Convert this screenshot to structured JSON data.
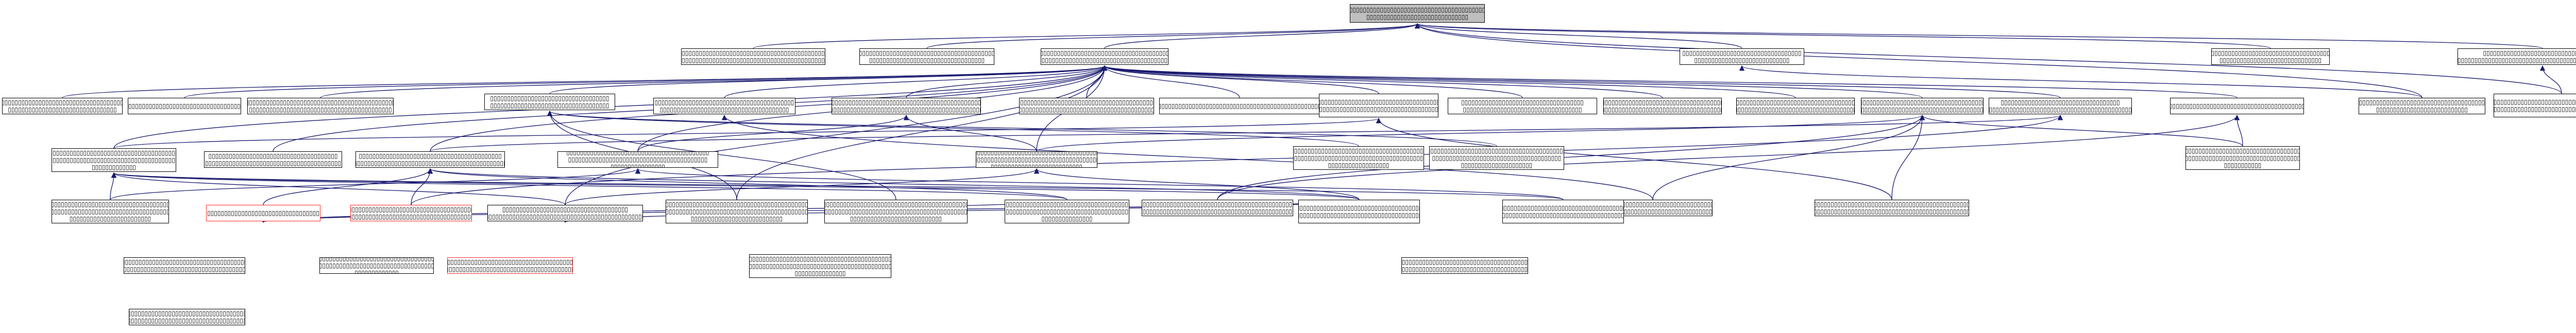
{
  "graph": {
    "edge_color": "#191970",
    "highlight_border_color": "#ff2a2a",
    "root_fill": "#bfbfbf",
    "nodes": [
      {
        "id": "n0",
        "label": "▯▯▯▯▯▯▯▯▯▯▯▯▯▯▯▯▯▯▯▯▯▯▯▯▯▯▯▯▯▯▯▯▯▯▯▯▯▯▯▯▯▯\n▯▯▯▯▯▯▯▯▯▯▯▯▯▯▯▯▯▯▯▯▯▯▯▯▯▯▯▯▯▯",
        "style": "root"
      },
      {
        "id": "n1",
        "label": "▯▯▯▯▯▯▯▯▯▯▯▯▯▯▯▯▯▯▯▯▯▯▯▯▯▯▯▯▯▯▯▯▯▯▯▯▯▯▯▯▯▯▯▯\n▯▯▯▯▯▯▯▯▯▯▯▯▯▯▯▯▯▯▯▯▯▯▯▯▯▯▯▯▯▯▯▯▯▯▯▯▯▯▯▯▯▯▯▯▯▯▯▯"
      },
      {
        "id": "n2",
        "label": "▯▯▯▯▯▯▯▯▯▯▯▯▯▯▯▯▯▯▯▯▯▯▯▯▯▯▯▯▯▯▯▯▯▯▯▯▯▯▯▯▯▯▯▯\n▯▯▯▯▯▯▯▯▯▯▯▯▯▯▯▯▯▯▯▯▯▯▯▯▯▯▯▯▯▯▯▯▯▯"
      },
      {
        "id": "n3",
        "label": "▯▯▯▯▯▯▯▯▯▯▯▯▯▯▯▯▯▯▯▯▯▯▯▯▯▯▯▯▯▯▯▯▯▯▯▯▯▯\n▯▯▯▯▯▯▯▯▯▯▯▯▯▯▯▯▯▯▯▯▯▯▯▯▯▯▯▯▯▯▯▯▯▯▯▯▯▯▯▯▯"
      },
      {
        "id": "n4",
        "label": "▯▯▯▯▯▯▯▯▯▯▯▯▯▯▯▯▯▯▯▯▯▯▯▯▯▯▯▯▯▯▯▯▯▯▯\n▯▯▯▯▯▯▯▯▯▯▯▯▯▯▯▯▯▯▯▯▯▯▯▯▯▯▯▯"
      },
      {
        "id": "n5",
        "label": "▯▯▯▯▯▯▯▯▯▯▯▯▯▯▯▯▯▯▯▯▯▯▯▯▯▯▯▯▯▯▯▯▯▯▯▯▯\n▯▯▯▯▯▯▯▯▯▯▯▯▯▯▯▯▯▯▯▯▯▯▯▯▯▯▯▯▯▯"
      },
      {
        "id": "n6",
        "label": "▯▯▯▯▯▯▯▯▯▯▯▯▯▯▯▯▯▯▯▯▯▯▯▯▯▯▯▯▯▯▯▯▯▯▯\n▯▯▯▯▯▯▯▯▯▯▯▯▯▯▯▯▯▯▯▯▯▯▯▯▯▯▯▯▯▯▯▯▯▯▯▯▯▯▯▯▯▯▯▯▯▯▯▯▯▯"
      },
      {
        "id": "n7",
        "label": "▯▯▯▯▯▯▯▯▯▯▯▯▯▯▯▯▯▯▯▯▯▯▯▯▯▯▯▯▯▯▯▯▯▯▯▯▯\n▯▯▯▯▯▯▯▯▯▯▯▯▯▯▯▯▯▯▯▯▯▯▯▯▯▯▯"
      },
      {
        "id": "n8",
        "label": "▯▯▯▯▯▯▯▯▯▯▯▯▯▯▯▯▯▯▯▯▯▯▯▯▯▯▯▯▯▯▯▯▯▯▯▯▯▯▯▯▯▯\n▯▯▯▯▯▯▯▯▯▯▯▯▯▯▯▯▯▯▯▯▯▯▯▯▯▯▯▯▯▯▯▯▯▯▯▯▯▯▯▯"
      },
      {
        "id": "n9",
        "label": "▯▯▯▯▯▯▯▯▯▯▯▯▯▯▯▯▯▯▯▯▯▯▯▯▯▯▯▯▯▯▯▯▯▯▯▯▯▯\n▯▯▯▯▯▯▯▯▯▯▯▯▯▯▯▯▯▯▯▯▯▯▯▯▯▯▯▯▯▯▯▯"
      },
      {
        "id": "n10",
        "label": "▯▯▯▯▯▯▯▯▯▯▯▯▯▯▯▯▯▯▯▯▯▯▯▯▯▯▯▯▯▯▯▯▯▯▯▯▯▯▯▯▯▯▯▯▯"
      },
      {
        "id": "n11",
        "label": "▯▯▯▯▯▯▯▯▯▯▯▯▯▯▯▯▯▯▯▯▯▯▯▯▯▯▯▯▯▯▯▯▯▯▯▯▯▯▯▯▯▯▯▯\n▯▯▯▯▯▯▯▯▯▯▯▯▯▯▯▯▯▯▯▯▯▯▯▯▯▯▯▯▯▯▯▯▯▯▯▯▯▯▯▯▯▯"
      },
      {
        "id": "n12",
        "label": "▯▯▯▯▯▯▯▯▯▯▯▯▯▯▯▯▯▯▯▯▯▯▯▯▯▯▯▯▯▯▯▯▯▯▯\n▯▯▯▯▯▯▯▯▯▯▯▯▯▯▯▯▯▯▯▯▯▯▯▯▯▯▯▯▯▯▯▯▯▯▯"
      },
      {
        "id": "n13",
        "label": "▯▯▯▯▯▯▯▯▯▯▯▯▯▯▯▯▯▯▯▯▯▯▯▯▯▯▯▯▯▯▯▯▯▯▯▯▯▯▯▯▯\n▯▯▯▯▯▯▯▯▯▯▯▯▯▯▯▯▯▯▯▯▯▯▯▯▯▯▯▯▯▯▯▯▯▯▯▯▯▯"
      },
      {
        "id": "n14",
        "label": "▯▯▯▯▯▯▯▯▯▯▯▯▯▯▯▯▯▯▯▯▯▯▯▯▯▯▯▯▯▯▯▯▯▯▯▯▯▯▯▯▯▯▯▯\n▯▯▯▯▯▯▯▯▯▯▯▯▯▯▯▯▯▯▯▯▯▯▯▯▯▯▯▯▯▯▯▯▯▯▯▯▯▯▯▯▯▯▯▯▯▯▯"
      },
      {
        "id": "n15",
        "label": "▯▯▯▯▯▯▯▯▯▯▯▯▯▯▯▯▯▯▯▯▯▯▯▯▯▯▯▯▯▯▯▯▯▯▯▯▯▯▯▯▯▯▯\n▯▯▯▯▯▯▯▯▯▯▯▯▯▯▯▯▯▯▯▯▯▯▯▯▯▯▯▯▯▯▯▯▯▯▯▯▯▯▯▯▯▯▯▯▯▯"
      },
      {
        "id": "n16",
        "label": "▯▯▯▯▯▯▯▯▯▯▯▯▯▯▯▯▯▯▯▯▯▯▯▯▯▯▯▯▯▯▯▯▯▯▯▯▯▯▯▯▯▯▯▯▯▯▯▯▯▯▯▯▯▯"
      },
      {
        "id": "n17",
        "label": "▯▯▯▯▯▯▯▯▯▯▯▯▯▯▯▯▯▯▯▯▯▯▯▯▯▯▯▯▯▯▯▯▯▯▯▯\n▯▯▯▯▯▯▯▯▯▯▯▯▯▯▯▯▯▯▯▯▯▯▯▯▯▯▯▯▯▯▯▯▯▯▯"
      },
      {
        "id": "n18",
        "label": "▯▯▯▯▯▯▯▯▯▯▯▯▯▯▯▯▯▯▯▯▯▯▯▯▯▯▯▯▯▯▯▯▯▯▯▯▯▯\n▯▯▯▯▯▯▯▯▯▯▯▯▯▯▯▯▯▯▯▯▯▯▯▯▯▯▯▯▯▯▯▯▯▯▯▯▯▯▯▯▯▯▯▯▯▯▯▯"
      },
      {
        "id": "n19",
        "label": "▯▯▯▯▯▯▯▯▯▯▯▯▯▯▯▯▯▯▯▯▯▯▯▯▯▯▯▯▯▯▯▯▯▯▯▯▯▯▯\n▯▯▯▯▯▯▯▯▯▯▯▯▯▯▯▯▯▯▯▯▯▯▯▯▯▯▯▯▯▯▯▯▯▯▯▯"
      },
      {
        "id": "n20",
        "label": "▯▯▯▯▯▯▯▯▯▯▯▯▯▯▯▯▯▯▯▯▯▯▯▯▯▯▯▯▯▯▯▯▯▯▯\n▯▯▯▯▯▯▯▯▯▯▯▯▯▯▯▯▯▯▯▯▯▯▯▯▯▯▯▯▯▯▯▯▯▯▯▯▯▯▯▯▯▯▯▯"
      },
      {
        "id": "n21",
        "label": "▯▯▯▯▯▯▯▯▯▯▯▯▯▯▯▯▯▯▯▯▯▯▯▯▯▯▯▯▯▯▯▯▯▯▯▯\n▯▯▯▯▯▯▯▯▯▯▯▯▯▯▯▯▯▯▯▯▯▯▯▯▯▯▯▯▯▯▯▯▯▯▯"
      },
      {
        "id": "n22",
        "label": "▯▯▯▯▯▯▯▯▯▯▯▯▯▯▯▯▯▯▯▯▯▯▯▯▯▯▯▯▯▯▯▯▯▯▯▯▯▯▯\n▯▯▯▯▯▯▯▯▯▯▯▯▯▯▯▯▯▯▯▯▯▯▯▯▯▯▯▯▯▯▯▯▯▯▯▯▯▯▯▯▯▯▯▯▯▯▯▯▯▯▯▯"
      },
      {
        "id": "n23",
        "label": "▯▯▯▯▯▯▯▯▯▯▯▯▯▯▯▯▯▯▯▯▯▯▯▯▯▯▯▯▯▯▯▯▯▯▯▯▯▯▯▯▯▯▯▯▯▯▯▯▯▯▯▯"
      },
      {
        "id": "n24",
        "label": "▯▯▯▯▯▯▯▯▯▯▯▯▯▯▯▯▯▯▯▯▯▯▯▯▯▯▯▯▯▯▯▯▯▯▯▯▯▯▯▯\n▯▯▯▯▯▯▯▯▯▯▯▯▯▯▯▯▯▯▯▯▯▯▯▯▯▯▯▯▯▯▯▯▯▯▯▯▯▯▯▯▯▯▯▯▯▯▯▯▯▯\n▯▯▯▯▯▯▯▯▯▯▯▯▯"
      },
      {
        "id": "n25",
        "label": "▯▯▯▯▯▯▯▯▯▯▯▯▯▯▯▯▯▯▯▯▯▯▯▯▯▯▯▯▯▯▯▯▯▯▯▯▯▯\n▯▯▯▯▯▯▯▯▯▯▯▯▯▯▯▯▯▯▯▯▯▯▯▯▯▯▯▯▯▯▯▯▯▯▯▯▯▯▯▯▯▯▯▯▯▯▯▯▯▯▯▯▯▯"
      },
      {
        "id": "n26",
        "label": "▯▯▯▯▯▯▯▯▯▯▯▯▯▯▯▯▯▯▯▯▯▯▯▯▯▯▯▯▯▯▯▯▯▯▯▯▯▯\n▯▯▯▯▯▯▯▯▯▯▯▯▯▯▯▯▯▯▯▯▯▯▯▯▯▯▯▯▯▯▯▯▯▯▯▯▯▯▯▯\n▯▯▯▯▯▯▯▯▯▯▯▯▯▯▯▯▯▯"
      },
      {
        "id": "n27",
        "label": "▯▯▯▯▯▯▯▯▯▯▯▯▯▯▯▯▯▯▯▯▯▯▯▯▯▯▯▯▯▯▯▯▯▯▯▯▯▯▯▯▯▯▯▯▯▯▯▯▯▯▯\n▯▯▯▯▯▯▯▯▯▯▯▯▯▯▯▯▯▯▯▯▯▯▯▯▯▯▯▯▯▯▯▯▯▯▯▯▯▯\n▯▯▯▯▯▯▯▯▯▯▯▯▯▯▯▯▯▯▯▯▯"
      },
      {
        "id": "n28",
        "label": "▯▯▯▯▯▯▯▯▯▯▯▯▯▯▯▯▯▯▯▯▯▯▯▯▯▯▯▯▯▯▯▯▯▯▯▯▯▯▯▯▯▯▯▯\n▯▯▯▯▯▯▯▯▯▯▯▯▯▯▯▯▯▯▯▯▯▯▯▯▯▯▯▯▯▯▯▯▯▯▯▯▯▯▯▯▯▯▯▯▯▯\n▯▯▯▯▯▯▯▯▯▯▯▯▯▯▯▯▯▯▯▯▯▯▯▯▯▯▯"
      },
      {
        "id": "n29",
        "label": "▯▯▯▯▯▯▯▯▯▯▯▯▯▯▯▯▯▯▯▯▯▯▯▯▯▯▯▯▯▯▯▯▯▯▯▯▯▯▯▯▯▯▯▯▯\n▯▯▯▯▯▯▯▯▯▯▯▯▯▯▯▯▯▯▯▯▯▯▯▯▯▯▯▯▯▯▯▯▯▯▯▯▯▯▯▯▯▯▯▯▯▯\n▯▯▯▯▯▯▯▯▯▯▯▯▯▯▯▯▯▯▯▯▯▯▯▯▯▯▯"
      },
      {
        "id": "n30",
        "label": "▯▯▯▯▯▯▯▯▯▯▯▯▯▯▯▯▯▯▯▯▯▯▯▯▯▯▯▯▯▯▯▯▯▯▯▯▯▯▯▯▯▯\n▯▯▯▯▯▯▯▯▯▯▯▯▯▯▯▯▯▯▯▯▯▯▯▯▯▯▯▯▯▯▯▯▯▯▯▯▯▯▯▯▯\n▯▯▯▯▯▯▯▯▯▯▯▯▯▯▯▯"
      },
      {
        "id": "n31",
        "label": "▯▯▯▯▯▯▯▯▯▯▯▯▯▯▯▯▯▯▯▯▯▯▯▯▯▯▯▯▯▯▯▯▯▯▯▯▯▯▯▯▯▯\n▯▯▯▯▯▯▯▯▯▯▯▯▯▯▯▯▯▯▯▯▯▯▯▯▯▯▯▯▯▯▯▯▯▯▯▯▯▯▯▯▯▯▯▯▯▯▯▯▯"
      },
      {
        "id": "n32",
        "label": "▯▯▯▯▯▯▯▯▯▯▯▯▯▯▯▯▯▯▯▯▯▯▯▯▯▯▯▯▯▯▯▯▯▯▯▯▯▯▯▯▯▯▯▯▯▯▯▯▯",
        "style": "red"
      },
      {
        "id": "n33",
        "label": "▯▯▯▯▯▯▯▯▯▯▯▯▯▯▯▯▯▯▯▯▯▯▯▯▯▯▯▯▯▯▯▯▯▯▯▯▯▯▯▯▯\n▯▯▯▯▯▯▯▯▯▯▯▯▯▯▯▯▯▯▯▯▯▯▯▯▯▯▯▯▯▯▯▯▯▯▯▯▯▯▯▯▯▯▯",
        "style": "red"
      },
      {
        "id": "n34",
        "label": "▯▯▯▯▯▯▯▯▯▯▯▯▯▯▯▯▯▯▯▯▯▯▯▯▯▯▯▯▯▯▯▯▯▯▯▯▯▯▯▯▯▯▯▯▯▯\n▯▯▯▯▯▯▯▯▯▯▯▯▯▯▯▯▯▯▯▯▯▯▯▯▯▯▯▯▯▯▯▯▯▯▯▯▯▯▯▯▯▯▯▯▯▯▯▯▯▯▯▯▯▯"
      },
      {
        "id": "n35",
        "label": "▯▯▯▯▯▯▯▯▯▯▯▯▯▯▯▯▯▯▯▯▯▯▯▯▯▯▯▯▯▯▯▯▯▯▯▯▯▯▯▯▯▯▯▯\n▯▯▯▯▯▯▯▯▯▯▯▯▯▯▯▯▯▯▯▯▯▯▯▯▯▯▯▯▯▯▯▯▯▯▯▯▯▯▯▯▯▯▯▯▯▯▯▯▯▯\n▯▯▯▯▯▯▯▯▯▯▯"
      },
      {
        "id": "n36",
        "label": "▯▯▯▯▯▯▯▯▯▯▯▯▯▯▯▯▯▯▯▯▯▯▯▯▯▯▯▯▯▯▯▯▯▯▯▯▯▯▯▯▯▯▯▯▯▯▯▯▯▯\n▯▯▯▯▯▯▯▯▯▯▯▯▯▯▯▯▯▯▯▯▯▯▯▯▯▯▯▯▯▯▯▯▯▯▯▯▯▯▯▯▯▯▯▯▯▯▯▯▯▯▯▯▯▯▯▯▯▯▯▯"
      },
      {
        "id": "n37",
        "label": "▯▯▯▯▯▯▯▯▯▯▯▯▯▯▯▯▯▯▯▯▯▯▯▯▯▯▯▯▯▯▯▯▯▯▯▯▯\n▯▯▯▯▯▯▯▯▯▯▯▯▯▯▯▯▯▯▯▯▯▯▯▯▯▯▯▯▯▯▯▯▯▯▯▯▯▯▯▯▯\n▯▯▯▯▯▯▯▯▯▯▯▯▯▯▯▯▯▯▯▯▯▯▯▯▯▯▯"
      },
      {
        "id": "n38",
        "label": "▯▯▯▯▯▯▯▯▯▯▯▯▯▯▯▯▯▯▯▯▯▯▯▯▯▯▯▯▯▯▯▯▯▯▯▯\n▯▯▯▯▯▯▯▯▯▯▯▯▯▯▯▯▯▯▯▯▯▯▯▯▯▯▯▯▯▯▯▯▯▯▯▯▯▯▯▯▯▯▯▯▯▯▯"
      },
      {
        "id": "n39",
        "label": "▯▯▯▯▯▯▯▯▯▯▯▯▯▯▯▯▯▯▯▯▯▯▯▯▯▯▯▯▯▯▯▯▯▯▯▯▯▯▯\n▯▯▯▯▯▯▯▯▯▯▯▯▯▯▯▯▯▯▯▯▯▯▯▯▯▯▯▯▯▯▯▯▯▯▯▯▯▯▯▯▯▯▯\n▯▯▯▯▯▯▯▯▯▯▯▯▯▯▯▯▯▯▯▯▯▯▯▯"
      },
      {
        "id": "n40",
        "label": "▯▯▯▯▯▯▯▯▯▯▯▯▯▯▯▯▯▯▯▯▯▯▯▯▯▯▯▯▯▯▯▯▯▯▯▯▯\n▯▯▯▯▯▯▯▯▯▯▯▯▯▯▯▯▯▯▯▯▯▯▯▯▯▯▯▯▯▯▯▯▯▯▯▯▯▯▯▯▯▯▯▯▯▯▯▯▯▯▯"
      },
      {
        "id": "n41",
        "label": "▯▯▯▯▯▯▯▯▯▯▯▯▯▯▯▯▯▯▯▯▯▯▯▯▯▯▯▯▯▯▯▯▯▯▯▯▯▯▯▯▯▯▯▯▯▯▯\n▯▯▯▯▯▯▯▯▯▯▯▯▯▯▯▯▯▯▯▯▯▯▯▯▯▯▯▯▯▯▯▯▯▯▯▯▯▯▯▯",
        "style": "red"
      },
      {
        "id": "n42",
        "label": "▯▯▯▯▯▯▯▯▯▯▯▯▯▯▯▯▯▯▯▯▯▯▯▯▯▯▯▯▯▯▯▯▯▯▯▯▯▯▯▯▯▯▯▯\n▯▯▯▯▯▯▯▯▯▯▯▯▯▯▯▯▯▯▯▯▯▯▯▯▯▯▯▯▯▯▯▯▯▯▯▯▯▯▯▯▯▯▯▯▯▯▯▯▯▯\n▯▯▯▯▯▯▯▯▯▯▯▯▯▯▯"
      },
      {
        "id": "n43",
        "label": "▯▯▯▯▯▯▯▯▯▯▯▯▯▯▯▯▯▯▯▯▯▯▯▯▯▯▯▯▯▯▯▯▯▯▯▯▯▯▯▯▯▯▯▯▯\n▯▯▯▯▯▯▯▯▯▯▯▯▯▯▯▯▯▯▯▯▯▯▯▯▯▯▯▯▯▯▯▯▯▯▯▯▯▯▯▯▯▯▯"
      }
    ],
    "edges": [
      [
        "n1",
        "n0"
      ],
      [
        "n2",
        "n0"
      ],
      [
        "n3",
        "n0"
      ],
      [
        "n4",
        "n0"
      ],
      [
        "n5",
        "n0"
      ],
      [
        "n6",
        "n0"
      ],
      [
        "n7",
        "n0"
      ],
      [
        "n8",
        "n0"
      ],
      [
        "n9",
        "n3"
      ],
      [
        "n10",
        "n3"
      ],
      [
        "n11",
        "n3"
      ],
      [
        "n12",
        "n3"
      ],
      [
        "n13",
        "n3"
      ],
      [
        "n14",
        "n3"
      ],
      [
        "n15",
        "n3"
      ],
      [
        "n16",
        "n3"
      ],
      [
        "n17",
        "n3"
      ],
      [
        "n18",
        "n3"
      ],
      [
        "n19",
        "n3"
      ],
      [
        "n20",
        "n3"
      ],
      [
        "n21",
        "n3"
      ],
      [
        "n22",
        "n3"
      ],
      [
        "n23",
        "n3"
      ],
      [
        "n24",
        "n3"
      ],
      [
        "n25",
        "n3"
      ],
      [
        "n28",
        "n3"
      ],
      [
        "n30",
        "n3"
      ],
      [
        "n31",
        "n3"
      ],
      [
        "n37",
        "n3"
      ],
      [
        "n40",
        "n3"
      ],
      [
        "n7",
        "n4"
      ],
      [
        "n8",
        "n6"
      ],
      [
        "n24",
        "n21"
      ],
      [
        "n34",
        "n21"
      ],
      [
        "n26",
        "n12"
      ],
      [
        "n27",
        "n12"
      ],
      [
        "n28",
        "n12"
      ],
      [
        "n29",
        "n12"
      ],
      [
        "n35",
        "n23"
      ],
      [
        "n36",
        "n23"
      ],
      [
        "n38",
        "n13"
      ],
      [
        "n31",
        "n20"
      ],
      [
        "n33",
        "n20"
      ],
      [
        "n37",
        "n14"
      ],
      [
        "n30",
        "n14"
      ],
      [
        "n32",
        "n31"
      ],
      [
        "n33",
        "n31"
      ],
      [
        "n39",
        "n30"
      ],
      [
        "n41",
        "n30"
      ],
      [
        "n40",
        "n37"
      ],
      [
        "n43",
        "n37"
      ],
      [
        "n42",
        "n32"
      ],
      [
        "n43",
        "n32"
      ],
      [
        "n43",
        "n40"
      ],
      [
        "n34",
        "n19"
      ],
      [
        "n35",
        "n19"
      ],
      [
        "n36",
        "n19"
      ],
      [
        "n37",
        "n19"
      ],
      [
        "n38",
        "n19"
      ],
      [
        "n39",
        "n24"
      ],
      [
        "n40",
        "n24"
      ],
      [
        "n41",
        "n24"
      ],
      [
        "n42",
        "n24"
      ],
      [
        "n43",
        "n24"
      ],
      [
        "n42",
        "n31"
      ],
      [
        "n43",
        "n31"
      ]
    ]
  }
}
